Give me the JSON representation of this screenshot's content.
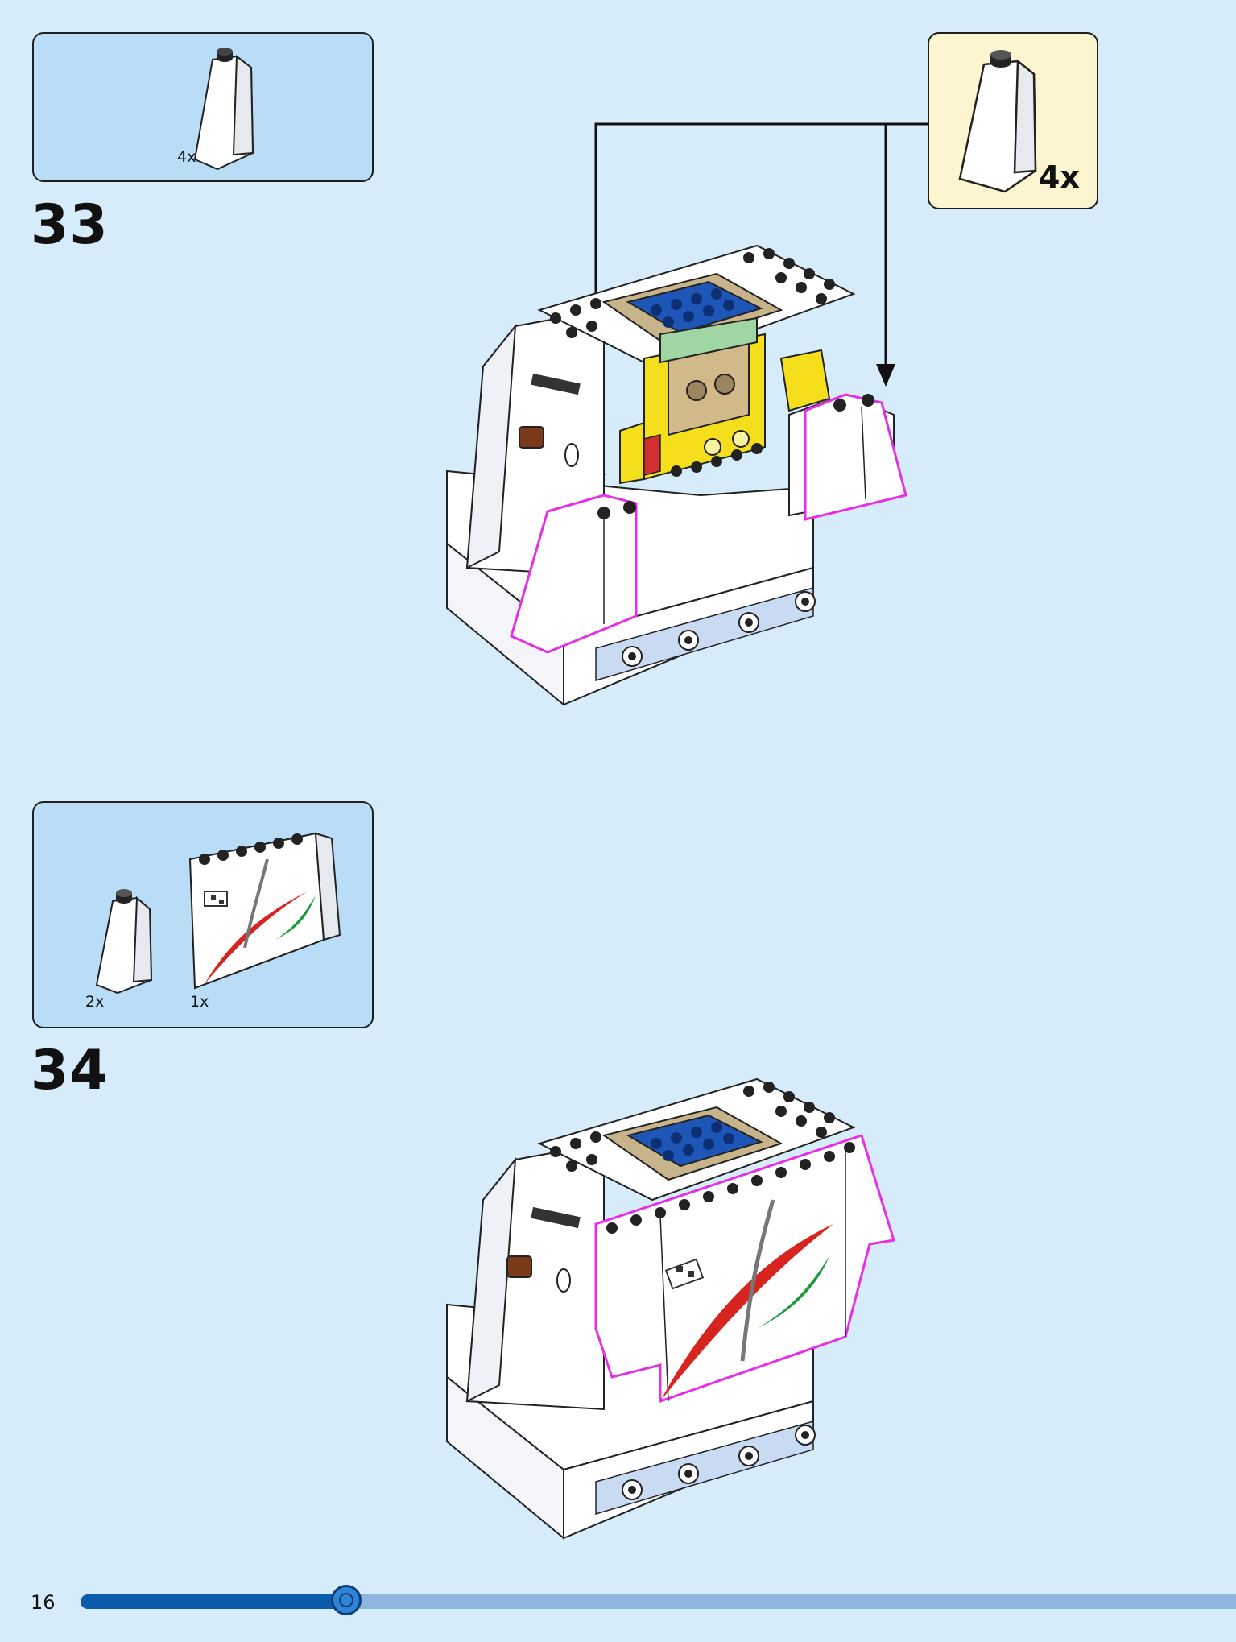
{
  "steps": [
    {
      "number": "33",
      "parts": [
        {
          "name": "white slope brick",
          "qty": "4x"
        }
      ],
      "callout": {
        "qty": "4x"
      }
    },
    {
      "number": "34",
      "parts": [
        {
          "name": "white slope brick",
          "qty": "2x"
        },
        {
          "name": "printed white panel",
          "qty": "1x"
        }
      ]
    }
  ],
  "page": {
    "number": "16"
  },
  "progress": {
    "fraction": 0.23
  },
  "colors": {
    "background": "#d7ecfb",
    "parts_box": "#b9dcf7",
    "callout_box": "#fdf5d0",
    "highlight": "#e62ee6",
    "progress_fill": "#0c5cad",
    "progress_track": "#8fb6df"
  }
}
